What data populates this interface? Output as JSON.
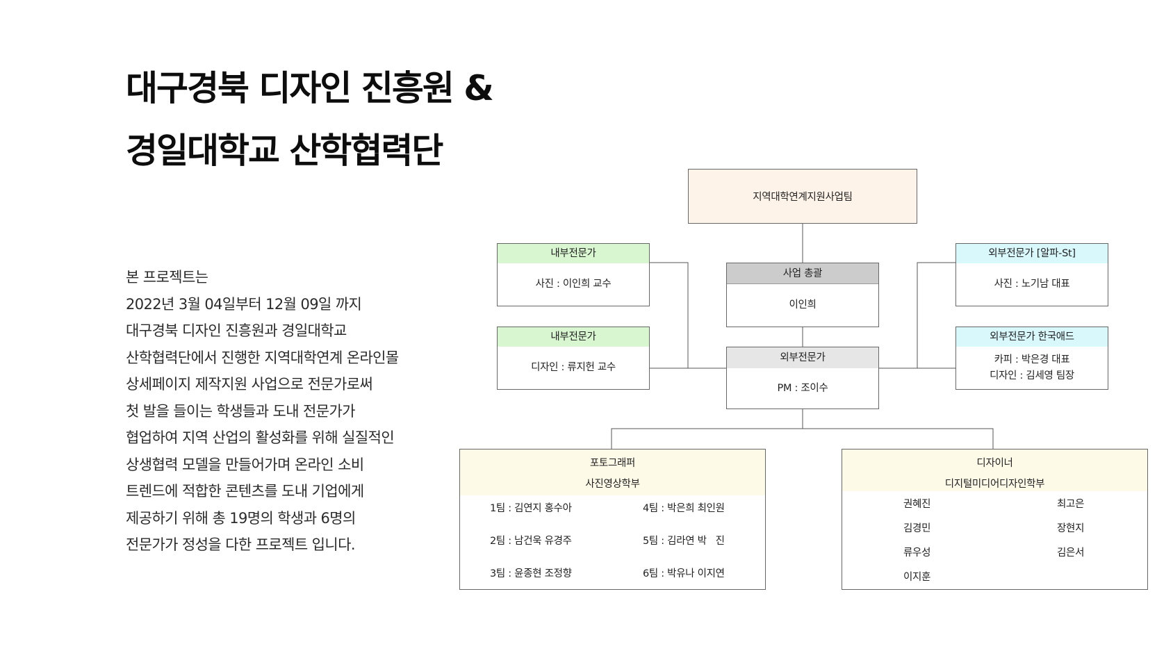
{
  "title": {
    "line1": "대구경북 디자인 진흥원 &",
    "line2": "경일대학교 산학협력단"
  },
  "description": [
    "본 프로젝트는",
    "2022년 3월 04일부터 12월 09일 까지",
    "대구경북 디자인 진흥원과 경일대학교",
    "산학협력단에서 진행한 지역대학연계 온라인몰",
    "상세페이지 제작지원 사업으로 전문가로써",
    "첫 발을 들이는 학생들과 도내 전문가가",
    "협업하여 지역 산업의 활성화를 위해 실질적인",
    "상생협력 모델을 만들어가며 온라인 소비",
    "트렌드에 적합한 콘텐츠를 도내 기업에게",
    "제공하기 위해 총 19명의 학생과 6명의",
    "전문가가 정성을 다한 프로젝트 입니다."
  ],
  "org": {
    "top": "지역대학연계지원사업팀",
    "internal1": {
      "header": "내부전문가",
      "body": [
        "사진 : 이인희 교수"
      ]
    },
    "internal2": {
      "header": "내부전문가",
      "body": [
        "디자인 : 류지헌 교수"
      ]
    },
    "director": {
      "header": "사업 총괄",
      "body": [
        "이인희"
      ]
    },
    "pm": {
      "header": "외부전문가",
      "body": [
        "PM : 조이수"
      ]
    },
    "external1": {
      "header": "외부전문가 [알파-St]",
      "body": [
        "사진 : 노기남 대표"
      ]
    },
    "external2": {
      "header": "외부전문가 한국애드",
      "body": [
        "카피 : 박은경 대표",
        "디자인 : 김세영 팀장"
      ]
    },
    "photo": {
      "role": "포토그래퍼",
      "dept": "사진영상학부",
      "teams": [
        "1팀 : 김연지 홍수아",
        "2팀 : 남건욱 유경주",
        "3팀 : 윤종현 조정향",
        "4팀 : 박은희 최인원",
        "5팀 : 김라연 박   진",
        "6팀 : 박유나 이지연"
      ]
    },
    "design": {
      "role": "디자이너",
      "dept": "디지털미디어디자인학부",
      "members": [
        "권혜진",
        "김경민",
        "류우성",
        "이지훈",
        "최고은",
        "장현지",
        "김은서"
      ]
    }
  }
}
